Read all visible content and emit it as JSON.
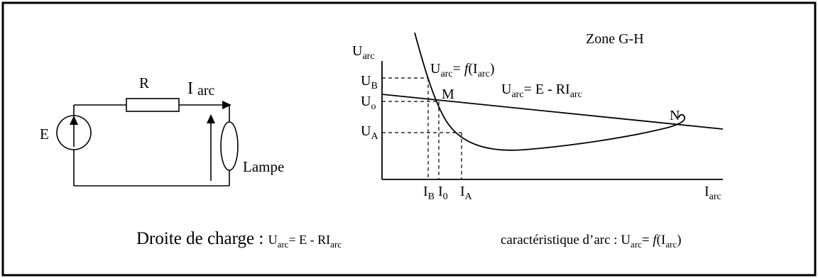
{
  "circuit": {
    "source_label": "E",
    "resistor_label": "R",
    "current_main": "I",
    "current_sub": "arc",
    "lamp_label": "Lampe"
  },
  "graph": {
    "zone_label": "Zone G-H",
    "y_axis": {
      "main": "U",
      "sub": "arc"
    },
    "x_axis": {
      "main": "I",
      "sub": "arc"
    },
    "curve_label": {
      "u": "U",
      "u_sub": "arc",
      "eq": "= ",
      "f": "f",
      "paren_open": "(I",
      "i_sub": "arc",
      "paren_close": ")"
    },
    "line_label": {
      "u": "U",
      "u_sub": "arc",
      "eq": "= E - RI",
      "i_sub": "arc"
    },
    "point_M": "M",
    "point_N": "N",
    "ticks_y": [
      {
        "main": "U",
        "sub": "B"
      },
      {
        "main": "U",
        "sub": "o"
      },
      {
        "main": "U",
        "sub": "A"
      }
    ],
    "ticks_x": [
      {
        "main": "I",
        "sub": "B"
      },
      {
        "main": "I",
        "sub": "0"
      },
      {
        "main": "I",
        "sub": "A"
      }
    ]
  },
  "captions": {
    "load_line": {
      "prefix": "Droite de charge : ",
      "u": "U",
      "u_sub": "arc",
      "eq": "= E - RI",
      "i_sub": "arc"
    },
    "arc_char": {
      "prefix": "caractéristique d’arc : ",
      "u": "U",
      "u_sub": "arc",
      "eq": "= ",
      "f": "f",
      "paren_open": "(I",
      "i_sub": "arc",
      "paren_close": ")"
    }
  }
}
